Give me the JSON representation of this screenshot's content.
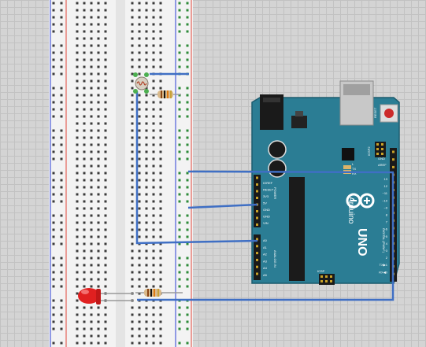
{
  "breadboard": {
    "name": "breadboard"
  },
  "arduino": {
    "logo_text": "Arduino",
    "model_text": "UNO",
    "icsp_label": "ICSP",
    "icsp2_label": "ICSP2",
    "reset_label": "RESET",
    "tx_label": "TX",
    "rx_label": "RX",
    "l_label": "L",
    "aref_label": "AREF",
    "gnd_label": "GND",
    "digital_label": "DIGITAL (PWM~)",
    "power_label": "POWER",
    "analog_label": "ANALOG IN",
    "power_pins": [
      "IOREF",
      "RESET",
      "3V3",
      "5V",
      "GND",
      "GND",
      "VIN"
    ],
    "analog_pins": [
      "A0",
      "A1",
      "A2",
      "A3",
      "A4",
      "A5"
    ],
    "digital_pins": [
      "13",
      "12",
      "~11",
      "~10",
      "~9",
      "8",
      "7",
      "~6",
      "~5",
      "4",
      "~3",
      "2",
      "TX▶1",
      "RX◀0"
    ]
  },
  "components": {
    "photoresistor": "photoresistor",
    "led": "red LED",
    "resistors": [
      "resistor-1",
      "resistor-2"
    ]
  },
  "colors": {
    "arduino_board": "#2b7d94",
    "wire": "#3f6fc4",
    "led": "#e02020",
    "breadboard": "#f2f2f2"
  }
}
